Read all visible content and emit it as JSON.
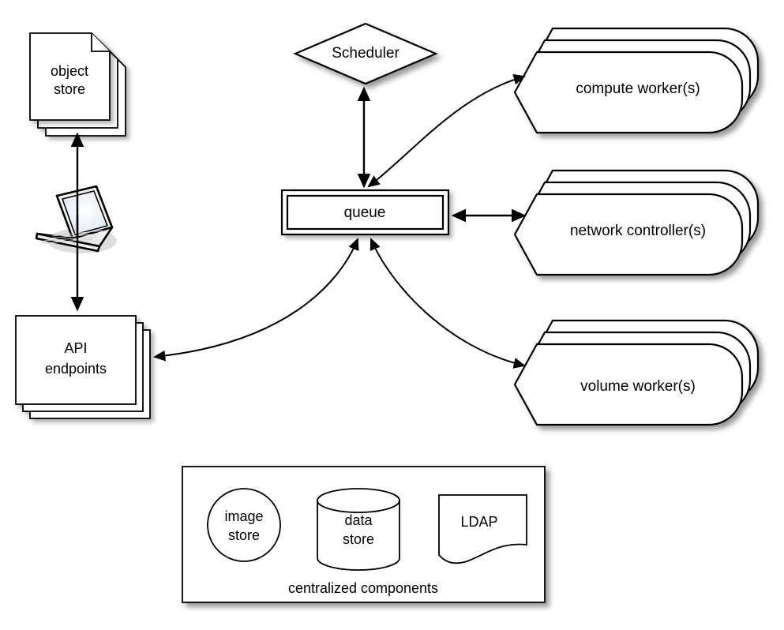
{
  "diagram": {
    "title": "cloud platform architecture diagram",
    "background_color": "#ffffff",
    "stroke_color": "#000000",
    "fill_color": "#ffffff"
  },
  "nodes": {
    "object_store": {
      "label_line1": "object",
      "label_line2": "store",
      "shape": "document-stack"
    },
    "client": {
      "label": "",
      "shape": "laptop"
    },
    "api_endpoints": {
      "label_line1": "API",
      "label_line2": "endpoints",
      "shape": "rectangle-stack"
    },
    "scheduler": {
      "label": "Scheduler",
      "shape": "diamond"
    },
    "queue": {
      "label": "queue",
      "shape": "double-rectangle"
    },
    "compute_worker": {
      "label": "compute worker(s)",
      "shape": "node-stack"
    },
    "network_controller": {
      "label": "network controller(s)",
      "shape": "node-stack"
    },
    "volume_worker": {
      "label": "volume worker(s)",
      "shape": "node-stack"
    }
  },
  "centralized": {
    "caption": "centralized components",
    "items": [
      {
        "label_line1": "image",
        "label_line2": "store",
        "shape": "circle"
      },
      {
        "label_line1": "data",
        "label_line2": "store",
        "shape": "cylinder"
      },
      {
        "label_line1": "LDAP",
        "label_line2": "",
        "shape": "wavy-document"
      }
    ]
  },
  "edges": [
    {
      "from": "client",
      "to": "object_store",
      "style": "straight",
      "arrows": "single"
    },
    {
      "from": "client",
      "to": "api_endpoints",
      "style": "straight",
      "arrows": "single"
    },
    {
      "from": "queue",
      "to": "scheduler",
      "style": "straight",
      "arrows": "double"
    },
    {
      "from": "queue",
      "to": "compute_worker",
      "style": "curved",
      "arrows": "double"
    },
    {
      "from": "queue",
      "to": "network_controller",
      "style": "straight",
      "arrows": "double"
    },
    {
      "from": "queue",
      "to": "api_endpoints",
      "style": "curved",
      "arrows": "double"
    },
    {
      "from": "queue",
      "to": "volume_worker",
      "style": "curved",
      "arrows": "double"
    }
  ]
}
